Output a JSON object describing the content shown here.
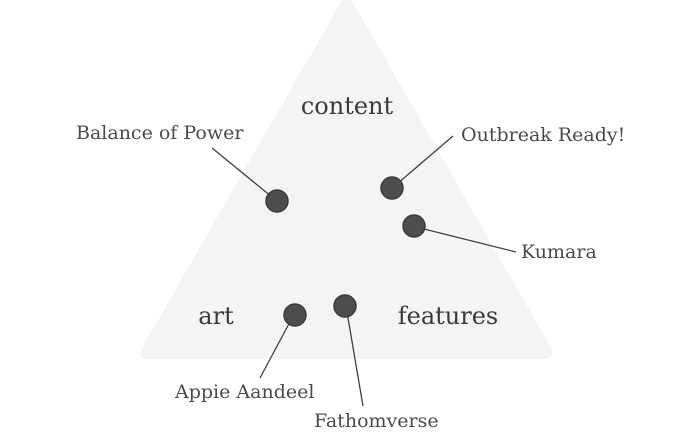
{
  "diagram": {
    "type": "ternary-triangle",
    "corners": {
      "top": "content",
      "bottom_left": "art",
      "bottom_right": "features"
    },
    "items": [
      {
        "label": "Balance of Power"
      },
      {
        "label": "Outbreak Ready!"
      },
      {
        "label": "Kumara"
      },
      {
        "label": "Appie Aandeel"
      },
      {
        "label": "Fathomverse"
      }
    ]
  },
  "colors": {
    "triangle_fill": "#f4f4f4",
    "dot_fill": "#4d4d4d",
    "line": "#3f3f3f",
    "text": "#4a4a4a"
  }
}
